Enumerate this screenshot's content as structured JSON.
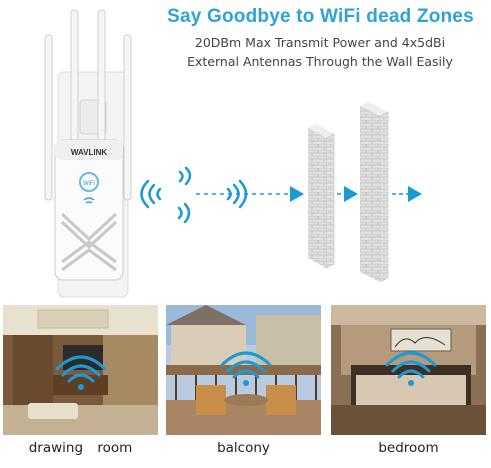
{
  "headline": "Say Goodbye to WiFi dead Zones",
  "subtitle_line1": "20DBm Max Transmit Power and 4x5dBi",
  "subtitle_line2": "External Antennas Through the Wall Easily",
  "brand": "WAVLINK",
  "device_badge": "WiFi",
  "rooms": [
    {
      "caption": "drawing  room"
    },
    {
      "caption": "balcony"
    },
    {
      "caption": "bedroom"
    }
  ],
  "colors": {
    "headline": "#2ea3d8",
    "wifi": "#1a9ad6",
    "arrow": "#1a9ad6",
    "wall": "#d9d9d9"
  }
}
